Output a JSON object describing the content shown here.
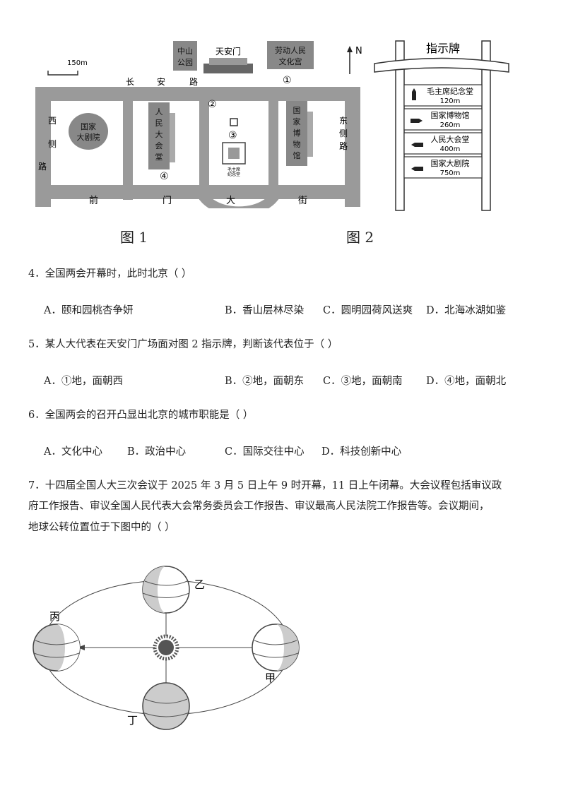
{
  "figure1": {
    "caption": "图 1",
    "scale": "150m",
    "north": "N",
    "zhongshan": [
      "中山",
      "公园"
    ],
    "tiananmen": "天安门",
    "laodong": [
      "劳动人民",
      "文化宫"
    ],
    "changan": [
      "长",
      "安",
      "路"
    ],
    "xicelu": [
      "西",
      "侧",
      "路"
    ],
    "dongcelu": [
      "东",
      "侧",
      "路"
    ],
    "qianmen": [
      "前",
      "门",
      "大",
      "街"
    ],
    "theatre": [
      "国家",
      "大剧院"
    ],
    "hall": [
      "人",
      "民",
      "大",
      "会",
      "堂"
    ],
    "museum": [
      "国",
      "家",
      "博",
      "物",
      "馆"
    ],
    "memorial": [
      "毛主席",
      "纪念堂"
    ],
    "markers": [
      "①",
      "②",
      "③",
      "④"
    ]
  },
  "figure2": {
    "caption": "图 2",
    "title": "指示牌",
    "rows": [
      {
        "name": "毛主席纪念堂",
        "dist": "120m"
      },
      {
        "name": "国家博物馆",
        "dist": "260m"
      },
      {
        "name": "人民大会堂",
        "dist": "400m"
      },
      {
        "name": "国家大剧院",
        "dist": "750m"
      }
    ]
  },
  "questions": [
    {
      "stem": "4．全国两会开幕时，此时北京（   ）",
      "options": [
        "A．颐和园桃杏争妍",
        "B．香山层林尽染",
        "C．圆明园荷风送爽",
        "D．北海冰湖如鉴"
      ]
    },
    {
      "stem": "5．某人大代表在天安门广场面对图 2 指示牌，判断该代表位于（   ）",
      "options": [
        "A．①地，面朝西",
        "B．②地，面朝东",
        "C．③地，面朝南",
        "D．④地，面朝北"
      ]
    },
    {
      "stem": "6．全国两会的召开凸显出北京的城市职能是（   ）",
      "options": [
        "A．文化中心",
        "B．政治中心",
        "C．国际交往中心",
        "D．科技创新中心"
      ]
    },
    {
      "stem_lines": [
        "7．十四届全国人大三次会议于 2025 年 3 月 5 日上午 9 时开幕，11 日上午闭幕。大会议程包括审议政",
        "府工作报告、审议全国人民代表大会常务委员会工作报告、审议最高人民法院工作报告等。会议期间，",
        "地球公转位置位于下图中的（   ）"
      ]
    }
  ],
  "orbit": {
    "labels": [
      "乙",
      "丙",
      "甲",
      "丁"
    ]
  }
}
